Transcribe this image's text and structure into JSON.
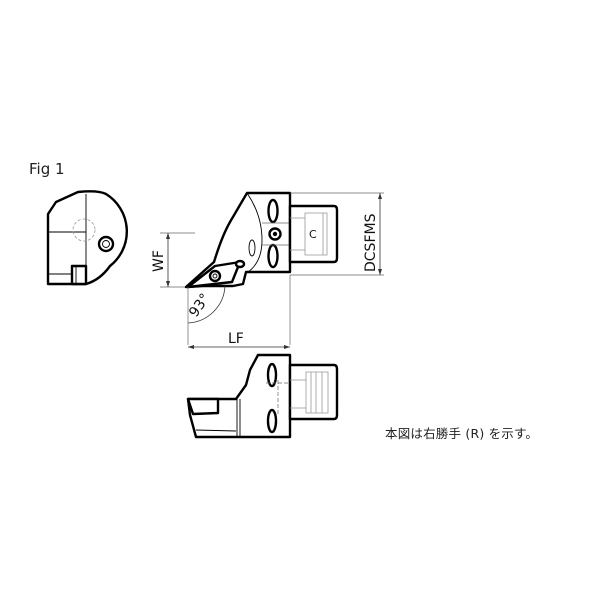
{
  "figure": {
    "title": "Fig 1",
    "note": "本図は右勝手 (R) を示す。"
  },
  "dimensions": {
    "wf": "WF",
    "lf": "LF",
    "dcsfms": "DCSFMS",
    "angle": "93°",
    "coupling_mark": "C"
  },
  "views": [
    {
      "name": "end-view"
    },
    {
      "name": "top-view"
    },
    {
      "name": "side-view"
    }
  ],
  "colors": {
    "line": "#000000",
    "background": "#ffffff"
  }
}
